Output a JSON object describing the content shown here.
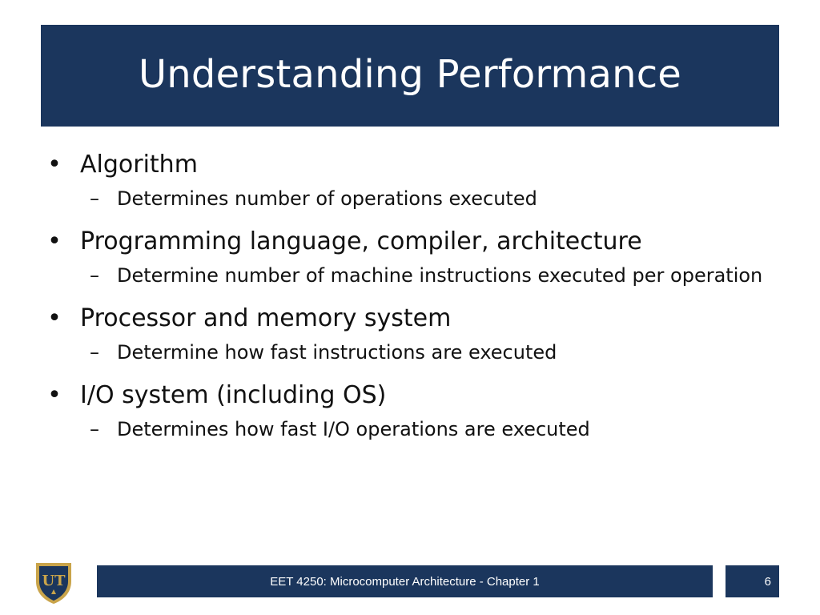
{
  "slide": {
    "title": "Understanding Performance",
    "items": [
      {
        "label": "Algorithm",
        "sub": "Determines number of operations executed"
      },
      {
        "label": "Programming language, compiler, architecture",
        "sub": "Determine number of machine instructions executed per operation"
      },
      {
        "label": "Processor and memory system",
        "sub": "Determine how fast instructions are executed"
      },
      {
        "label": "I/O system (including OS)",
        "sub": "Determines how fast I/O operations are executed"
      }
    ],
    "bullet_glyph": "•",
    "dash_glyph": "–"
  },
  "footer": {
    "text": "EET 4250: Microcomputer Architecture - Chapter 1",
    "page_number": "6",
    "logo_text": "UT"
  },
  "colors": {
    "bar": "#1b365d",
    "logo_gold": "#c9a44a"
  }
}
